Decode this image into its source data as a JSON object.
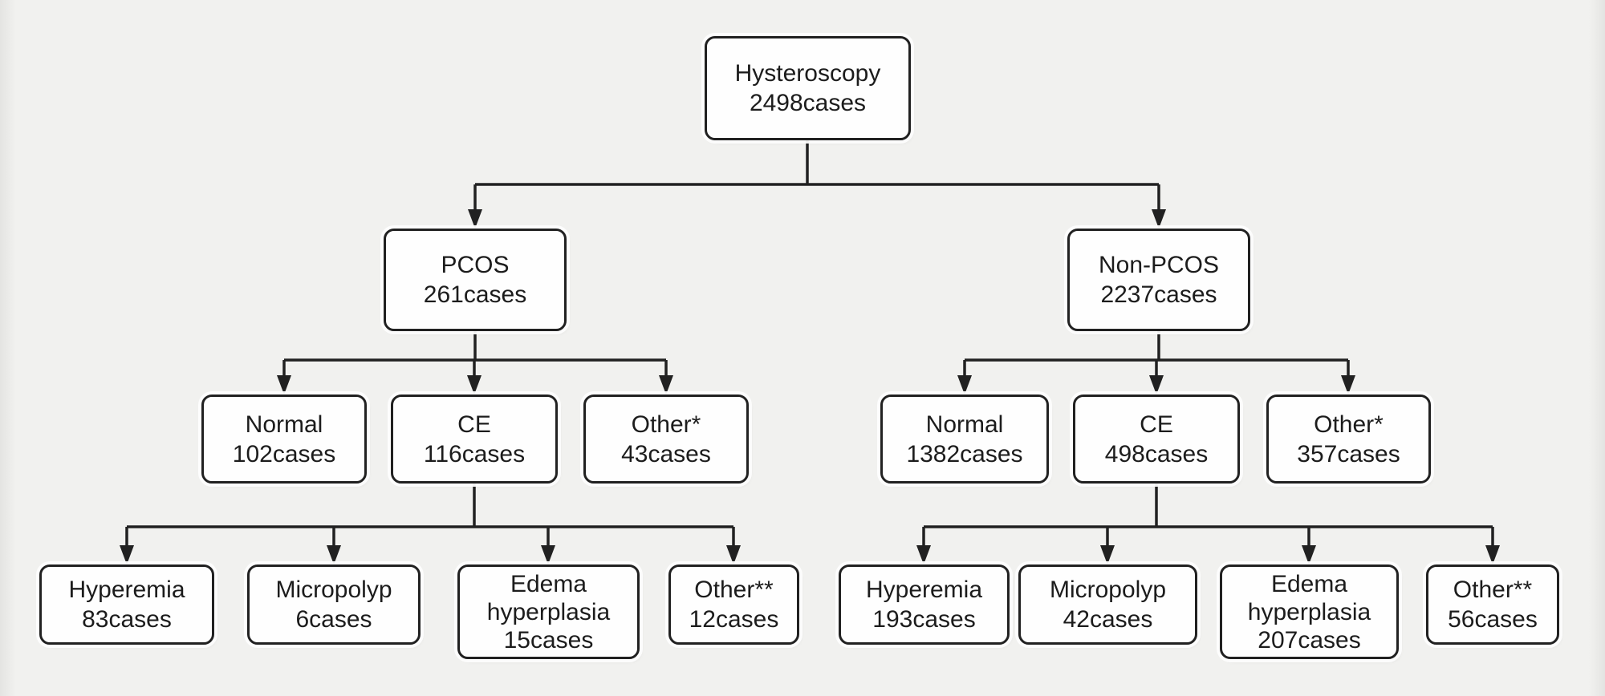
{
  "colors": {
    "background": "#f1f1ef",
    "box_fill": "#fefefe",
    "line": "#212121",
    "text": "#1c1c1c"
  },
  "flowchart": {
    "root": {
      "label": "Hysteroscopy",
      "count": "2498cases",
      "children": [
        {
          "label": "PCOS",
          "count": "261cases",
          "children": [
            {
              "label": "Normal",
              "count": "102cases"
            },
            {
              "label": "CE",
              "count": "116cases",
              "children": [
                {
                  "label": "Hyperemia",
                  "count": "83cases"
                },
                {
                  "label": "Micropolyp",
                  "count": "6cases"
                },
                {
                  "label": "Edema hyperplasia",
                  "count": "15cases"
                },
                {
                  "label": "Other**",
                  "count": "12cases"
                }
              ]
            },
            {
              "label": "Other*",
              "count": "43cases"
            }
          ]
        },
        {
          "label": "Non-PCOS",
          "count": "2237cases",
          "children": [
            {
              "label": "Normal",
              "count": "1382cases"
            },
            {
              "label": "CE",
              "count": "498cases",
              "children": [
                {
                  "label": "Hyperemia",
                  "count": "193cases"
                },
                {
                  "label": "Micropolyp",
                  "count": "42cases"
                },
                {
                  "label": "Edema hyperplasia",
                  "count": "207cases"
                },
                {
                  "label": "Other**",
                  "count": "56cases"
                }
              ]
            },
            {
              "label": "Other*",
              "count": "357cases"
            }
          ]
        }
      ]
    }
  }
}
